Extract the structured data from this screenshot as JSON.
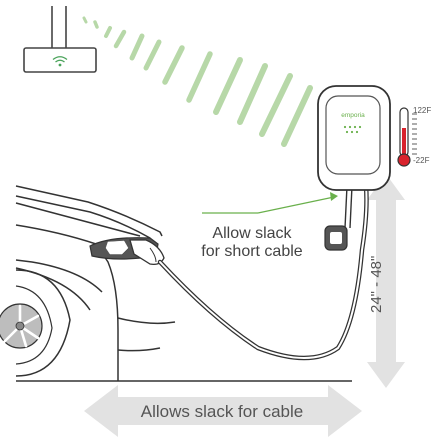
{
  "annotations": {
    "slack_note_line1": "Allow slack",
    "slack_note_line2": "for short cable",
    "height_range": "24\" - 48\"",
    "bottom_note": "Allows slack for cable"
  },
  "charger": {
    "brand": "emporia"
  },
  "thermometer": {
    "max_label": "122F",
    "min_label": "-22F"
  },
  "icons": [
    "wifi-router-icon",
    "wifi-signal-icon",
    "thermometer-icon",
    "ev-charger-icon",
    "car-icon",
    "wheel-icon",
    "charging-plug-icon"
  ],
  "colors": {
    "signal_green": "#b7d8a8",
    "brand_green": "#6ab04c",
    "arrow_gray": "#e2e2e2",
    "thermo_red": "#d9232d",
    "line_dark": "#333333",
    "text_gray": "#555555"
  }
}
